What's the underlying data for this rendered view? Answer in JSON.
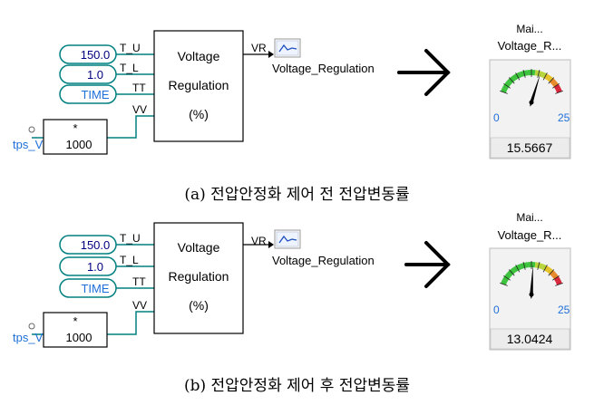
{
  "panels": [
    {
      "inputs": [
        "150.0",
        "1.0",
        "TIME"
      ],
      "multiplier": {
        "op": "*",
        "value": "1000"
      },
      "signal_label": "tps_V",
      "block": {
        "line1": "Voltage",
        "line2": "Regulation",
        "line3": "(%)",
        "port_in_1": "T_U",
        "port_in_2": "T_L",
        "port_in_3": "TT",
        "port_in_4": "VV",
        "port_out": "VR"
      },
      "output_label": "Voltage_Regulation",
      "meter": {
        "title1": "Mai...",
        "title2": "Voltage_R...",
        "min": "0",
        "max": "25",
        "readout": "15.5667",
        "value": 15.5667,
        "min_value": 0,
        "max_value": 25
      },
      "caption": "(a)  전압안정화 제어 전 전압변동률"
    },
    {
      "inputs": [
        "150.0",
        "1.0",
        "TIME"
      ],
      "multiplier": {
        "op": "*",
        "value": "1000"
      },
      "signal_label": "tps_V",
      "block": {
        "line1": "Voltage",
        "line2": "Regulation",
        "line3": "(%)",
        "port_in_1": "T_U",
        "port_in_2": "T_L",
        "port_in_3": "TT",
        "port_in_4": "VV",
        "port_out": "VR"
      },
      "output_label": "Voltage_Regulation",
      "meter": {
        "title1": "Mai...",
        "title2": "Voltage_R...",
        "min": "0",
        "max": "25",
        "readout": "13.0424",
        "value": 13.0424,
        "min_value": 0,
        "max_value": 25
      },
      "caption": "(b)  전압안정화 제어 후 전압변동률"
    }
  ],
  "colors": {
    "wire": "#008080",
    "input_text": "#000080",
    "time_text": "#1e6fd9",
    "signal_text": "#1e6fd9",
    "needle": "#000000"
  }
}
